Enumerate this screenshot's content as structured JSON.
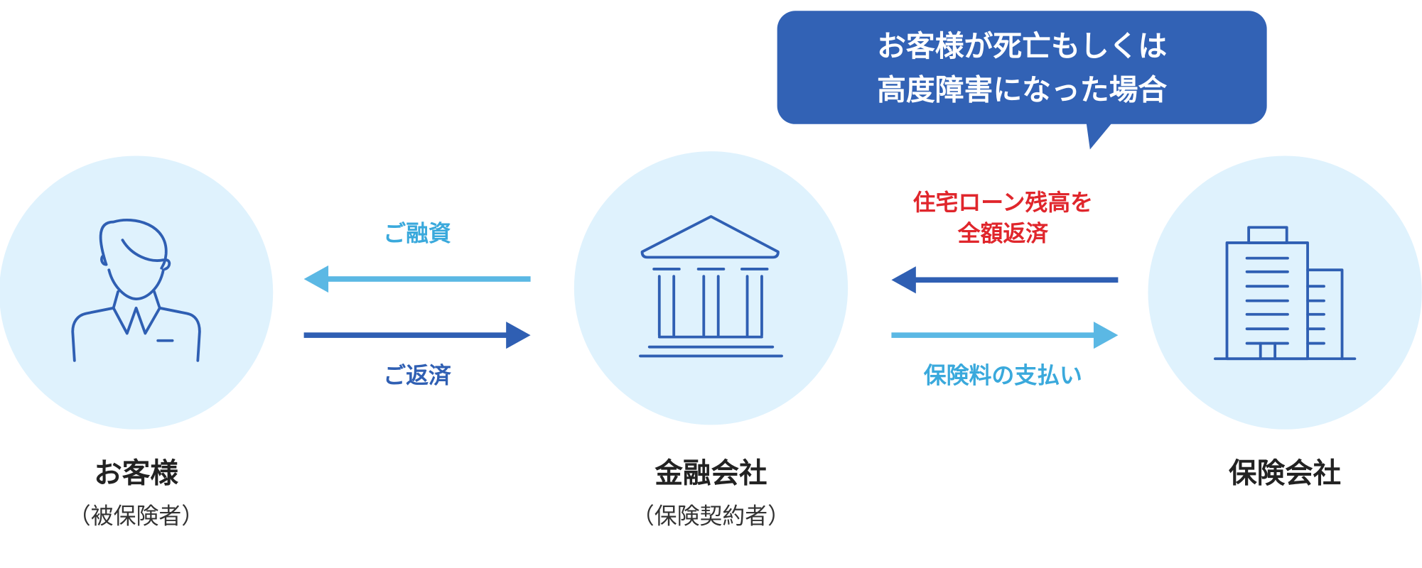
{
  "bubble": {
    "line1": "お客様が死亡もしくは",
    "line2": "高度障害になった場合"
  },
  "entities": {
    "customer": {
      "name": "お客様",
      "role": "（被保険者）"
    },
    "bank": {
      "name": "金融会社",
      "role": "（保険契約者）"
    },
    "insurer": {
      "name": "保険会社"
    }
  },
  "flows": {
    "loan": "ご融資",
    "repayment": "ご返済",
    "payoff_line1": "住宅ローン残高を",
    "payoff_line2": "全額返済",
    "premium": "保険料の支払い"
  },
  "colors": {
    "dark_blue": "#2f5fb3",
    "light_blue": "#5bb8e4",
    "red": "#e0262c",
    "circle": "#dff2fd",
    "bubble": "#3262b5"
  }
}
